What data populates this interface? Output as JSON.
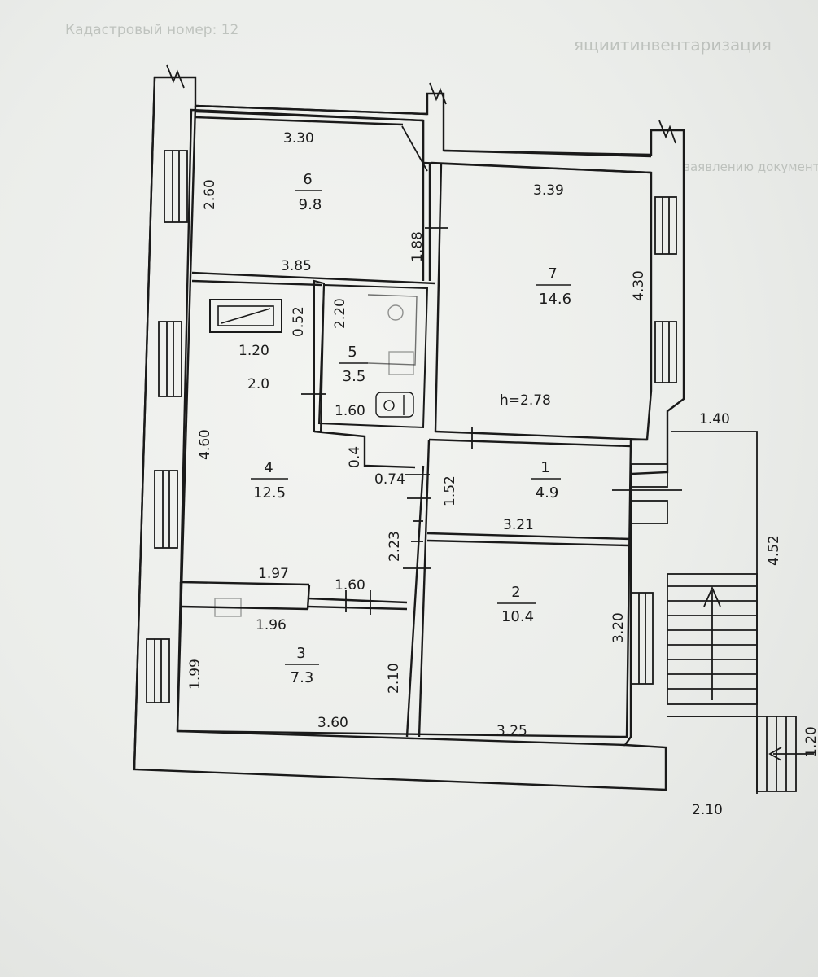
{
  "background_text": {
    "line_1": "ящиитинвентаризация",
    "line_2": "Кадастровый номер: 12",
    "line_3": "заявлению документа"
  },
  "rooms": [
    {
      "id": "6",
      "number": "6",
      "area": "9.8"
    },
    {
      "id": "7",
      "number": "7",
      "area": "14.6"
    },
    {
      "id": "5",
      "number": "5",
      "area": "3.5"
    },
    {
      "id": "4",
      "number": "4",
      "area": "12.5"
    },
    {
      "id": "1",
      "number": "1",
      "area": "4.9"
    },
    {
      "id": "2",
      "number": "2",
      "area": "10.4"
    },
    {
      "id": "3",
      "number": "3",
      "area": "7.3"
    }
  ],
  "height_note": "h=2.78",
  "dimensions": {
    "d_3_30": "3.30",
    "d_2_60": "2.60",
    "d_3_39": "3.39",
    "d_1_88": "1.88",
    "d_3_85": "3.85",
    "d_4_30": "4.30",
    "d_0_52": "0.52",
    "d_2_20": "2.20",
    "d_1_20a": "1.20",
    "d_2_0": "2.0",
    "d_1_60a": "1.60",
    "d_1_40": "1.40",
    "d_4_60": "4.60",
    "d_0_4": "0.4",
    "d_0_74": "0.74",
    "d_1_52": "1.52",
    "d_3_21": "3.21",
    "d_4_52": "4.52",
    "d_2_23": "2.23",
    "d_1_97": "1.97",
    "d_1_60b": "1.60",
    "d_1_96": "1.96",
    "d_3_20": "3.20",
    "d_1_99": "1.99",
    "d_2_10a": "2.10",
    "d_3_60": "3.60",
    "d_3_25": "3.25",
    "d_1_20b": "1.20",
    "d_2_10b": "2.10"
  }
}
